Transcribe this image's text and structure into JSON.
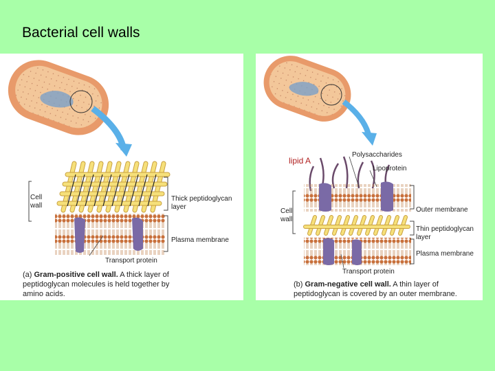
{
  "slide": {
    "title": "Bacterial cell walls"
  },
  "gram_positive": {
    "labels": {
      "cell_wall_line1": "Cell",
      "cell_wall_line2": "wall",
      "thick_line1": "Thick peptidoglycan",
      "thick_line2": "layer",
      "plasma_membrane": "Plasma membrane",
      "transport_protein": "Transport protein"
    },
    "caption": {
      "prefix": "(a) ",
      "bold": "Gram-positive cell wall.",
      "rest": " A thick layer of",
      "line2": "peptidoglycan molecules is held together by",
      "line3": "amino acids."
    }
  },
  "gram_negative": {
    "labels": {
      "lipid_a": "lipid A",
      "polysaccharides": "Polysaccharides",
      "lipoprotein": "Lipoprotein",
      "cell_wall_line1": "Cell",
      "cell_wall_line2": "wall",
      "outer_membrane": "Outer membrane",
      "thin_line1": "Thin peptidoglycan",
      "thin_line2": "layer",
      "plasma_membrane": "Plasma membrane",
      "transport_protein": "Transport protein"
    },
    "caption": {
      "prefix": "(b) ",
      "bold": "Gram-negative cell wall.",
      "rest": " A thin layer of",
      "line2": "peptidoglycan is covered by an outer membrane."
    }
  },
  "colors": {
    "background": "#a8ffa8",
    "panel": "#ffffff",
    "cell_body": "#f3c79a",
    "cell_rim": "#e89a6a",
    "peptidoglycan": "#f6e07a",
    "membrane": "#c8703c",
    "protein": "#7a6aa6",
    "arrow": "#5ab0e8",
    "lipid_a_label": "#b02020"
  }
}
